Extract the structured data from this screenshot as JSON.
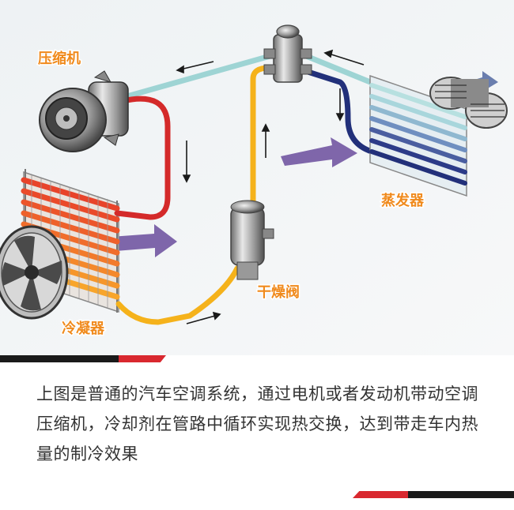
{
  "labels": {
    "compressor": "压缩机",
    "condenser": "冷凝器",
    "drier_valve": "干燥阀",
    "evaporator": "蒸发器"
  },
  "caption": "上图是普通的汽车空调系统，通过电机或者发动机带动空调压缩机，冷却剂在管路中循环实现热交换，达到带走车内热量的制冷效果",
  "colors": {
    "hot_high_pressure": "#d42a2a",
    "liquid_line": "#f5b21b",
    "cold_low_pressure": "#22307a",
    "suction_line": "#9ed4d4",
    "label": "#f08a1c",
    "airflow_arrow": "#6a4c9c",
    "accent_red": "#d9282f",
    "accent_black": "#1a1a1a"
  },
  "icons": [
    "compressor-icon",
    "condenser-icon",
    "fan-icon",
    "drier-icon",
    "expansion-valve-icon",
    "evaporator-icon",
    "blower-icon",
    "flow-arrow-icon"
  ]
}
